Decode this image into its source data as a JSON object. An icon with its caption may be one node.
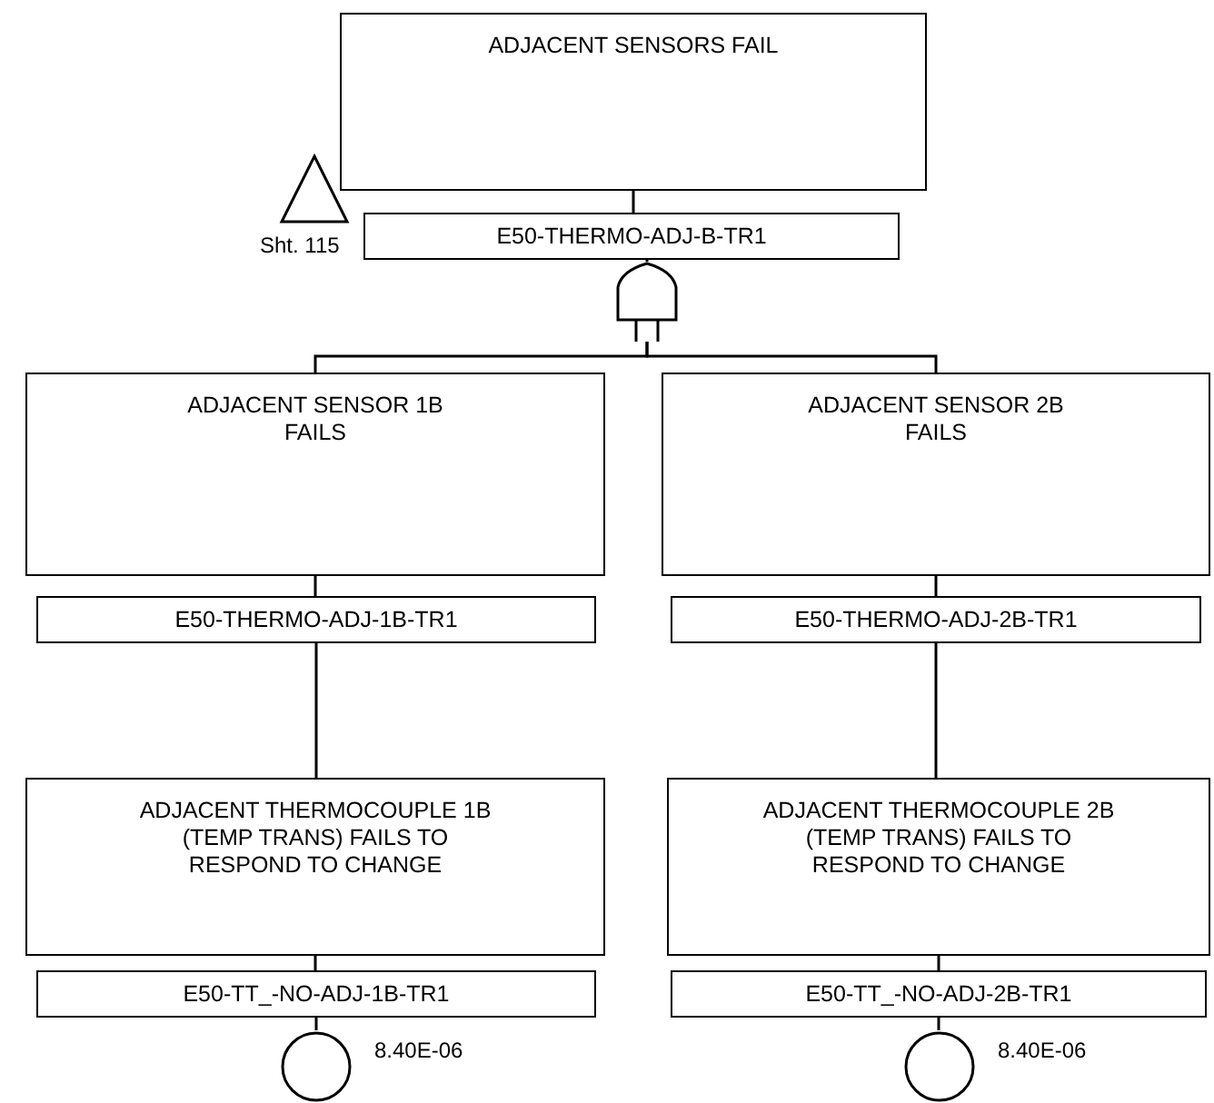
{
  "diagram": {
    "nodes": [
      {
        "text": [
          "ADJACENT SENSORS FAIL"
        ]
      },
      {
        "text": [
          "E50-THERMO-ADJ-B-TR1"
        ]
      },
      {
        "text": [],
        "shape": "triangle",
        "beside": [
          "Sht. 115"
        ]
      },
      {
        "text": [],
        "shape": "gate"
      },
      {
        "text": [
          "ADJACENT SENSOR 1B FAILS"
        ]
      },
      {
        "text": [
          "E50-THERMO-ADJ-1B-TR1"
        ]
      },
      {
        "text": [
          "ADJACENT SENSOR 2B FAILS"
        ]
      },
      {
        "text": [
          "E50-THERMO-ADJ-2B-TR1"
        ]
      },
      {
        "text": [
          "ADJACENT THERMOCOUPLE 1B (TEMP TRANS) FAILS TO RESPOND TO CHANGE"
        ]
      },
      {
        "text": [
          "E50-TT_-NO-ADJ-1B-TR1"
        ]
      },
      {
        "text": [],
        "shape": "circle",
        "beside": [
          "8.40E-06"
        ]
      },
      {
        "text": [
          "ADJACENT THERMOCOUPLE 2B (TEMP TRANS) FAILS TO RESPOND TO CHANGE"
        ]
      },
      {
        "text": [
          "E50-TT_-NO-ADJ-2B-TR1"
        ]
      },
      {
        "text": [],
        "shape": "circle",
        "beside": [
          "8.40E-06"
        ]
      }
    ],
    "edges": [
      {
        "from": 0,
        "to": 1,
        "arrow": "none"
      },
      {
        "from": 1,
        "to": 3,
        "arrow": "none"
      },
      {
        "from": 3,
        "to": 4,
        "arrow": "none"
      },
      {
        "from": 3,
        "to": 6,
        "arrow": "none"
      },
      {
        "from": 4,
        "to": 5,
        "arrow": "none"
      },
      {
        "from": 5,
        "to": 8,
        "arrow": "none"
      },
      {
        "from": 8,
        "to": 9,
        "arrow": "none"
      },
      {
        "from": 9,
        "to": 10,
        "arrow": "none"
      },
      {
        "from": 6,
        "to": 7,
        "arrow": "none"
      },
      {
        "from": 7,
        "to": 11,
        "arrow": "none"
      },
      {
        "from": 11,
        "to": 12,
        "arrow": "none"
      },
      {
        "from": 12,
        "to": 13,
        "arrow": "none"
      }
    ]
  }
}
